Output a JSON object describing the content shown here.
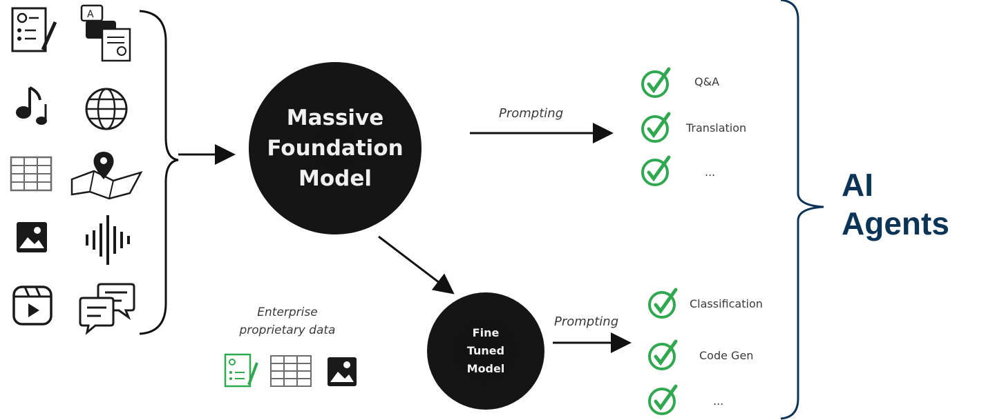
{
  "big_model": {
    "line1": "Massive",
    "line2": "Foundation",
    "line3": "Model"
  },
  "small_model": {
    "line1": "Fine",
    "line2": "Tuned",
    "line3": "Model"
  },
  "prompting_top": "Prompting",
  "prompting_bottom": "Prompting",
  "enterprise": {
    "line1": "Enterprise",
    "line2": "proprietary data"
  },
  "outputs_top": [
    "Q&A",
    "Translation",
    "..."
  ],
  "outputs_bottom": [
    "Classification",
    "Code Gen",
    "..."
  ],
  "agents": {
    "line1": "AI",
    "line2": "Agents"
  },
  "colors": {
    "check": "#2fa84f",
    "brace": "#0c3457",
    "circle": "#151515",
    "icon": "#1a1a1a",
    "icon_light": "#6b6b6b"
  },
  "input_icons": [
    "document-icon",
    "chat-bubbles-icon",
    "music-note-icon",
    "globe-icon",
    "table-icon",
    "map-pin-icon",
    "image-icon",
    "audio-wave-icon",
    "video-play-icon",
    "comments-icon"
  ],
  "enterprise_icons": [
    "document-icon",
    "table-icon",
    "image-icon"
  ]
}
